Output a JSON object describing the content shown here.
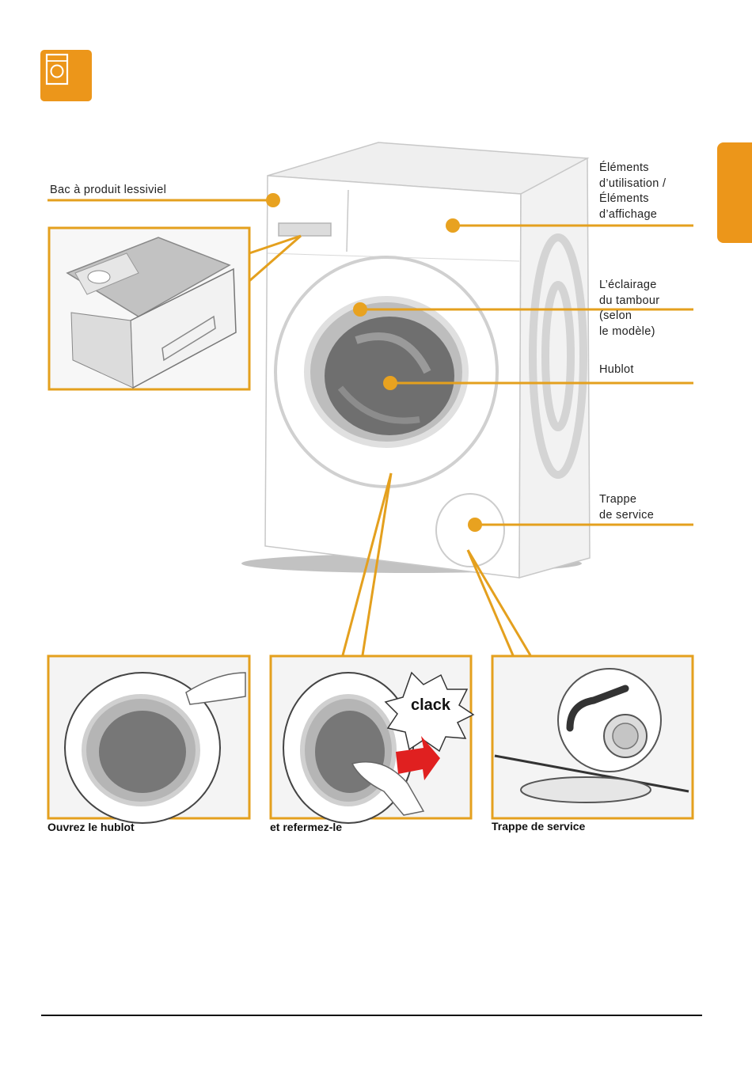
{
  "callouts": {
    "detergent_drawer": "Bac à produit lessiviel",
    "controls": "Éléments\nd’utilisation /\nÉléments\nd’affichage",
    "drum_light": "L’éclairage\ndu tambour\n(selon\nle modèle)",
    "door": "Hublot",
    "service_flap": "Trappe\nde service"
  },
  "captions": {
    "open_door": "Ouvrez le hublot",
    "close_door": "et refermez-le",
    "service_flap": "Trappe de service"
  },
  "sound_effect": "clack",
  "colors": {
    "accent": "#ec961a",
    "callout_line": "#e4a01e",
    "dot": "#e8a220"
  },
  "icons": {
    "section": "washing-machine-icon"
  }
}
